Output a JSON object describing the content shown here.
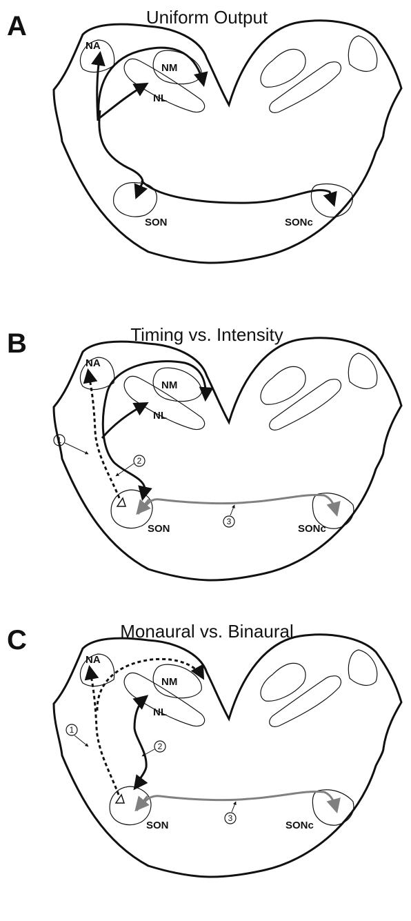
{
  "panels": [
    {
      "letter": "A",
      "title": "Uniform Output",
      "labels": {
        "na": "NA",
        "nm": "NM",
        "nl": "NL",
        "son": "SON",
        "sonc": "SONc"
      },
      "markers": []
    },
    {
      "letter": "B",
      "title": "Timing vs. Intensity",
      "labels": {
        "na": "NA",
        "nm": "NM",
        "nl": "NL",
        "son": "SON",
        "sonc": "SONc"
      },
      "markers": [
        "1",
        "2",
        "3"
      ]
    },
    {
      "letter": "C",
      "title": "Monaural vs. Binaural",
      "labels": {
        "na": "NA",
        "nm": "NM",
        "nl": "NL",
        "son": "SON",
        "sonc": "SONc"
      },
      "markers": [
        "1",
        "2",
        "3"
      ]
    }
  ],
  "colors": {
    "outline": "#111111",
    "black_pathway": "#111111",
    "gray_pathway": "#808080"
  }
}
